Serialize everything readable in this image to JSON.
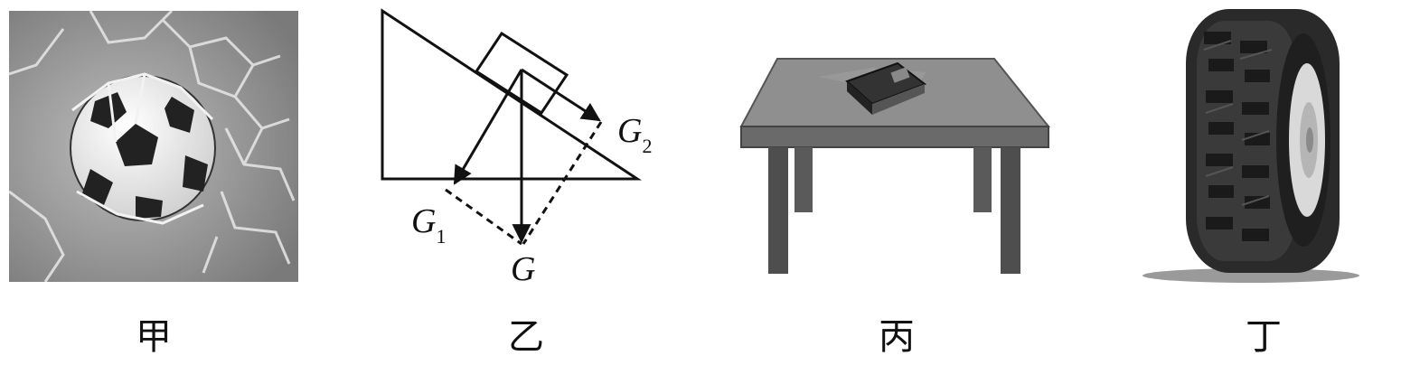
{
  "panels": [
    {
      "id": "jia",
      "caption": "甲",
      "picture": "soccer-ball-in-goal-net"
    },
    {
      "id": "yi",
      "caption": "乙",
      "picture": "block-on-incline-gravity-decomposition",
      "labels": {
        "g": "G",
        "g1_main": "G",
        "g1_sub": "1",
        "g2_main": "G",
        "g2_sub": "2"
      }
    },
    {
      "id": "bing",
      "caption": "丙",
      "picture": "book-on-table"
    },
    {
      "id": "ding",
      "caption": "丁",
      "picture": "tire-tread"
    }
  ],
  "colors": {
    "stroke": "#111111",
    "background": "#ffffff"
  }
}
